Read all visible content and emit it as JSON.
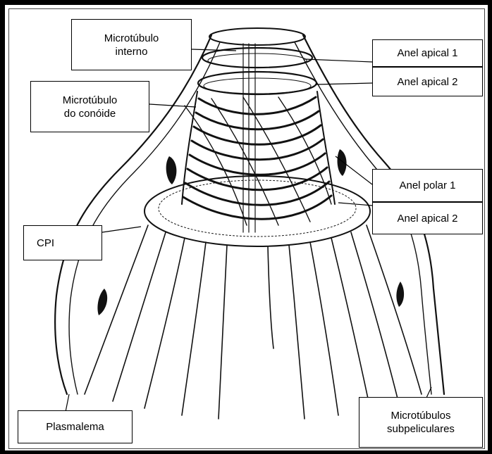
{
  "labels": {
    "microtubulo_interno": "Microtúbulo\ninterno",
    "anel_apical_1": "Anel apical 1",
    "anel_apical_2_top": "Anel apical 2",
    "microtubulo_conoide": "Microtúbulo\ndo conóide",
    "anel_polar_1": "Anel polar 1",
    "anel_apical_2_bottom": "Anel apical 2",
    "cpi": "CPI",
    "plasmalema": "Plasmalema",
    "microtubulos_subpeliculares": "Microtúbulos\nsubpeliculares"
  }
}
